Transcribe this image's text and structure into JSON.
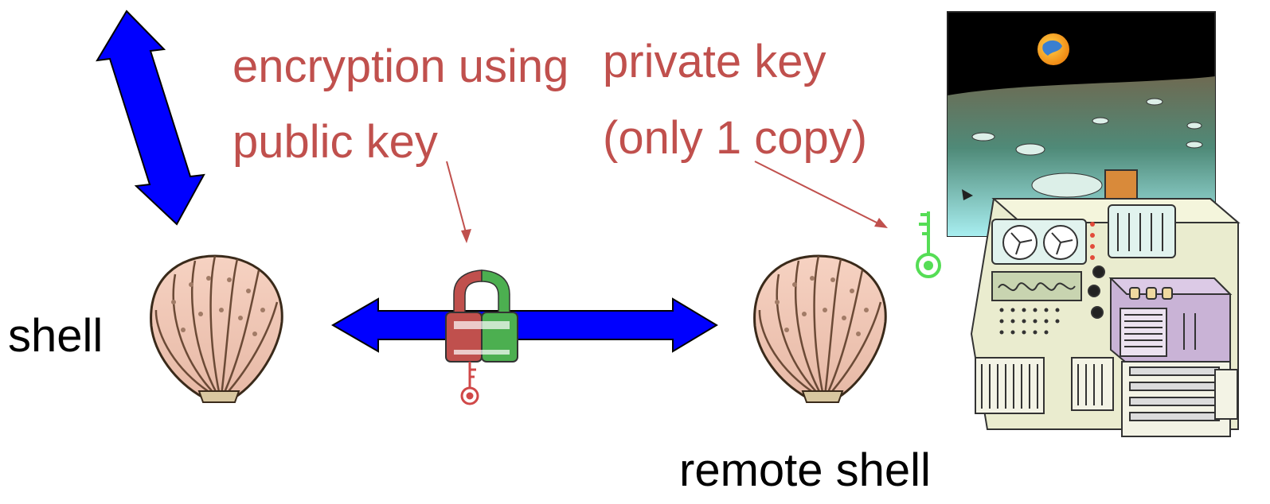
{
  "labels": {
    "encryption_line1": "encryption using",
    "encryption_line2": "public key",
    "private_line1": "private key",
    "private_line2": "(only 1 copy)",
    "local_shell": "shell",
    "remote_shell": "remote shell"
  },
  "colors": {
    "annotation": "#c0504d",
    "arrow_fill": "#0000ff",
    "lock_left": "#c0504d",
    "lock_right": "#4caf50",
    "private_key": "#66dd66",
    "text": "#000000"
  },
  "icons": {
    "local_shell": "scallop-shell-icon",
    "remote_shell": "scallop-shell-icon",
    "lock": "padlock-icon",
    "public_key": "key-icon",
    "private_key": "key-icon",
    "computer": "vintage-computer-icon",
    "moon_scene": "moon-landscape-icon"
  }
}
